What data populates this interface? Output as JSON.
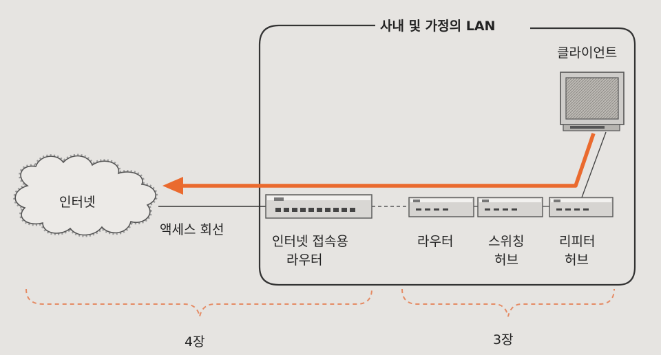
{
  "lan_title": "사내 및 가정의 LAN",
  "internet_label": "인터넷",
  "access_line_label": "액세스 회선",
  "devices": {
    "client": "클라이언트",
    "access_router": [
      "인터넷 접속용",
      "라우터"
    ],
    "router": "라우터",
    "switching_hub": [
      "스위칭",
      "허브"
    ],
    "repeater_hub": [
      "리피터",
      "허브"
    ]
  },
  "chapters": {
    "left": "4장",
    "right": "3장"
  },
  "colors": {
    "background": "#e6e4e1",
    "arrow": "#ea6a2e",
    "bracket": "#e58a63",
    "line": "#333333"
  }
}
